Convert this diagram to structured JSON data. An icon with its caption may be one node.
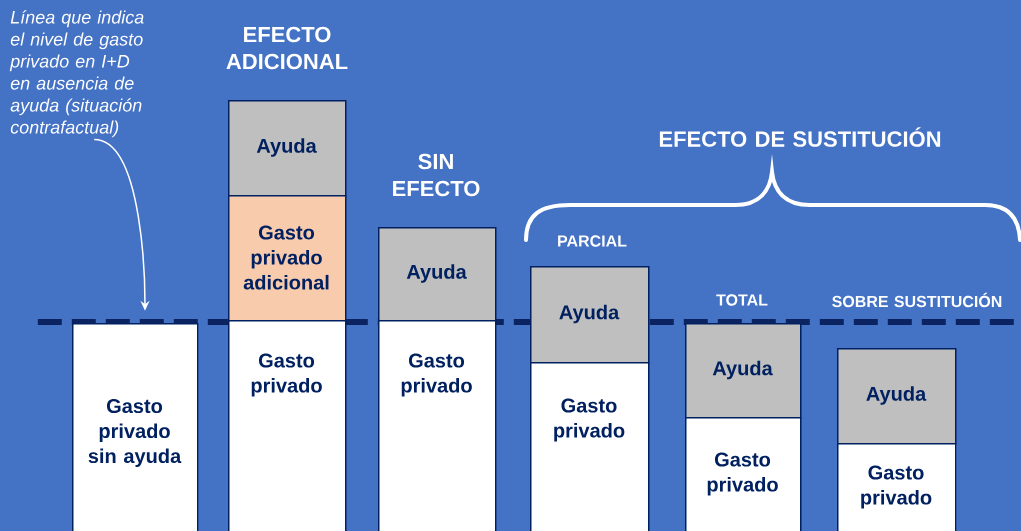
{
  "diagram": {
    "nodes": [
      {
        "text": [
          "Línea que indica el nivel de gasto privado en I+D en ausencia de ayuda (situación contrafactual)"
        ]
      },
      {
        "text": [],
        "shape": "line"
      },
      {
        "text": [
          "Gasto privado sin ayuda"
        ]
      },
      {
        "text": [
          "Ayuda"
        ]
      },
      {
        "text": [
          "Gasto privado adicional"
        ]
      },
      {
        "text": [
          "Gasto privado"
        ]
      },
      {
        "text": [
          "Ayuda"
        ]
      },
      {
        "text": [
          "Gasto privado"
        ]
      },
      {
        "text": [
          "Ayuda"
        ]
      },
      {
        "text": [
          "Gasto privado"
        ]
      },
      {
        "text": [
          "Ayuda"
        ]
      },
      {
        "text": [
          "Gasto privado"
        ]
      },
      {
        "text": [
          "Ayuda"
        ]
      },
      {
        "text": [
          "Gasto privado"
        ]
      }
    ],
    "edges": [
      {
        "from": 0,
        "to": 1,
        "arrow": "to"
      }
    ],
    "labels": [
      "EFECTO ADICIONAL",
      "SIN EFECTO",
      "EFECTO DE SUSTITUCIÓN",
      "PARCIAL",
      "TOTAL",
      "SOBRE SUSTITUCIÓN"
    ]
  }
}
